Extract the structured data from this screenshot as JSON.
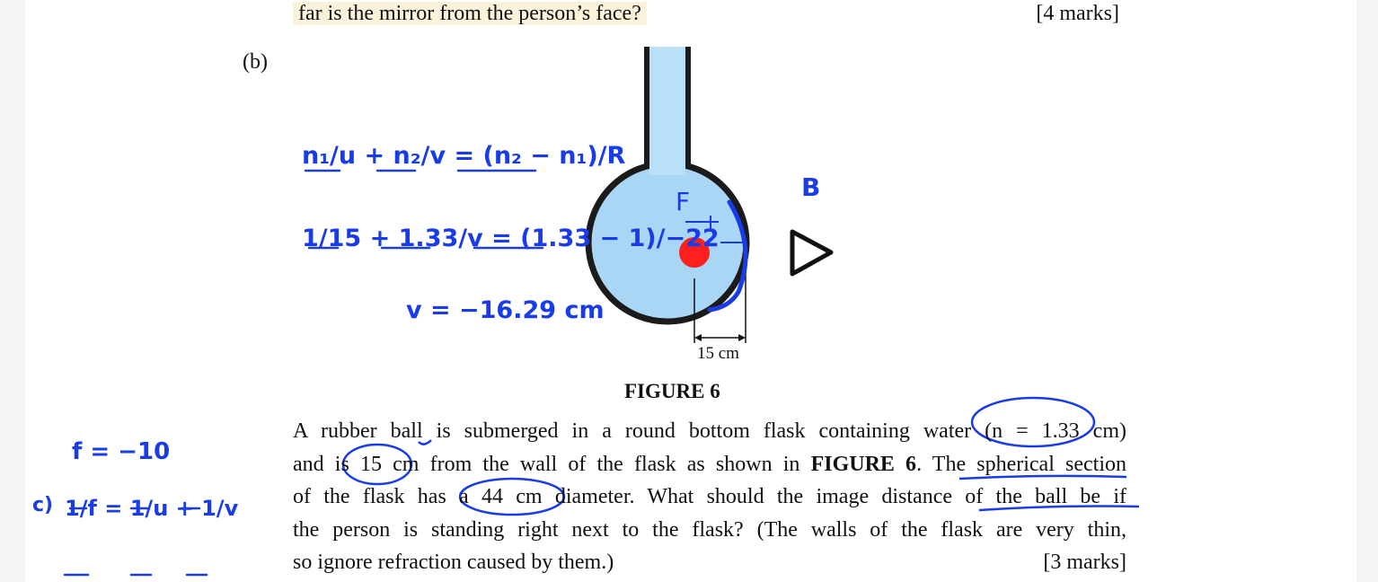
{
  "question_a": {
    "line": "far is the mirror from the person’s face?",
    "marks": "[4 marks]"
  },
  "question_b": {
    "label": "(b)",
    "figure": {
      "dimension_label": "15 cm",
      "caption": "FIGURE 6"
    },
    "paragraph_lines": [
      "A rubber ball is submerged in a round bottom flask containing water (n = 1.33 cm)",
      "and is 15 cm from the wall of the flask as shown in FIGURE 6. The spherical section",
      "of the flask has a 44 cm diameter. What should the image distance of the ball be if",
      "the person is standing right next to the flask? (The walls of the flask are very thin,",
      "so ignore refraction caused by them.)"
    ],
    "marks": "[3 marks]"
  },
  "handwriting": {
    "eq1": "n₁/u + n₂/v = (n₂ − n₁)/R",
    "eq2": "1/15 + 1.33/v = (1.33 − 1)/−22",
    "result": "v = −16.29 cm",
    "figure_F": "F",
    "figure_B": "B",
    "margin_f": "f = −10",
    "margin_c": "c)",
    "margin_eq": "1/f = 1/u + 1/v"
  },
  "colors": {
    "flask_fill": "#a9d6f5",
    "ball": "#ff1f1f",
    "ink": "#1a3be8",
    "highlight": "#fbf2dc"
  }
}
